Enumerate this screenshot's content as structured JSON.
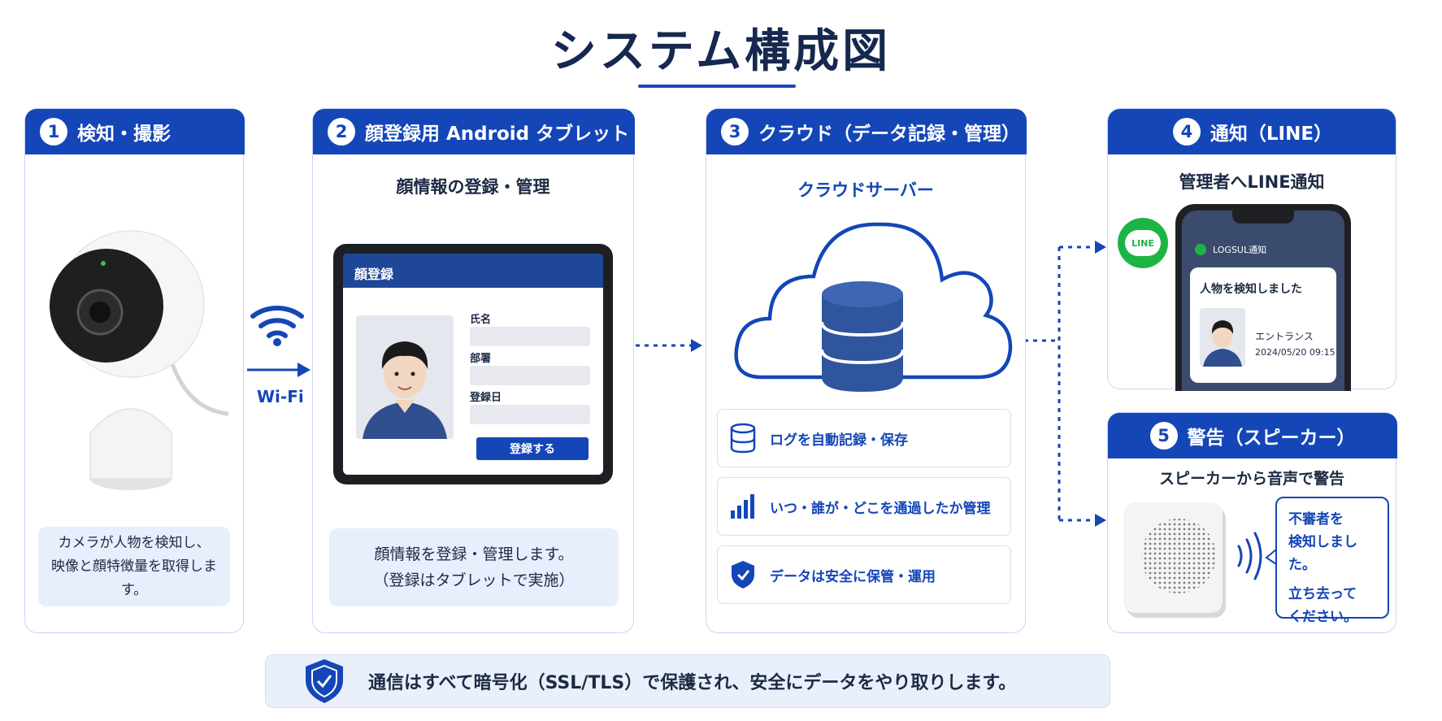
{
  "title": "システム構成図",
  "steps": [
    {
      "num": "1",
      "label": "検知・撮影",
      "note_lines": [
        "カメラが人物を検知し、",
        "映像と顔特徴量を取得します。"
      ]
    },
    {
      "num": "2",
      "label": "顔登録用 Android タブレット",
      "subtitle": "顔情報の登録・管理",
      "note_lines": [
        "顔情報を登録・管理します。",
        "（登録はタブレットで実施）"
      ],
      "tablet": {
        "header": "顔登録",
        "fields": [
          "氏名",
          "部署",
          "登録日"
        ],
        "button": "登録する"
      }
    },
    {
      "num": "3",
      "label": "クラウド（データ記録・管理）",
      "subtitle": "クラウドサーバー",
      "features": [
        "ログを自動記録・保存",
        "いつ・誰が・どこを通過したか管理",
        "データは安全に保管・運用"
      ]
    },
    {
      "num": "4",
      "label": "通知（LINE）",
      "subtitle": "管理者へLINE通知",
      "phone": {
        "app": "LOGSUL通知",
        "message": "人物を検知しました",
        "location": "エントランス",
        "timestamp": "2024/05/20 09:15"
      },
      "badge": "LINE"
    },
    {
      "num": "5",
      "label": "警告（スピーカー）",
      "subtitle": "スピーカーから音声で警告",
      "bubble_lines": [
        "不審者を",
        "検知しました。",
        "立ち去って",
        "ください。"
      ]
    }
  ],
  "wifi_label": "Wi-Fi",
  "bottom_note": "通信はすべて暗号化（SSL/TLS）で保護され、安全にデータをやり取りします。",
  "colors": {
    "primary": "#1446b8",
    "navy": "#16284f",
    "line_green": "#1db446",
    "note_bg": "#e8eefb"
  },
  "icons": [
    "wifi-icon",
    "arrow-right-icon",
    "database-icon",
    "cloud-icon",
    "bar-chart-icon",
    "shield-icon",
    "line-logo-icon",
    "sound-wave-icon"
  ]
}
